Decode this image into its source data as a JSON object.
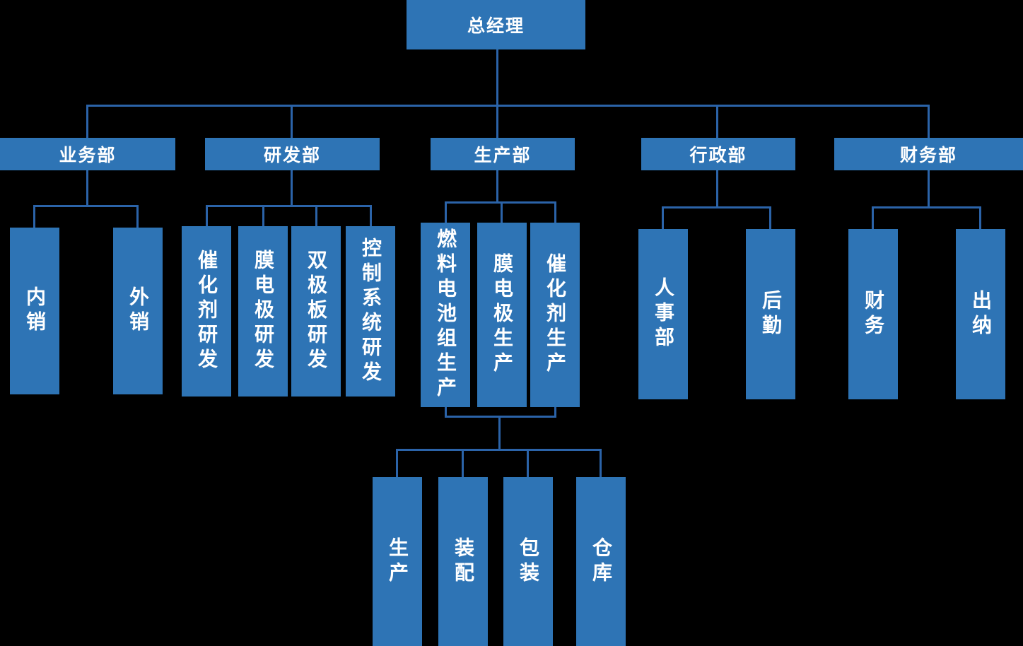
{
  "org": {
    "root": {
      "label": "总经理"
    },
    "departments": [
      {
        "label": "业务部",
        "children": [
          {
            "label": "内销"
          },
          {
            "label": "外销"
          }
        ]
      },
      {
        "label": "研发部",
        "children": [
          {
            "label": "催化剂研发"
          },
          {
            "label": "膜电极研发"
          },
          {
            "label": "双极板研发"
          },
          {
            "label": "控制系统研发"
          }
        ]
      },
      {
        "label": "生产部",
        "children": [
          {
            "label": "燃料电池组生产"
          },
          {
            "label": "膜电极生产"
          },
          {
            "label": "催化剂生产"
          }
        ]
      },
      {
        "label": "行政部",
        "children": [
          {
            "label": "人事部"
          },
          {
            "label": "后勤"
          }
        ]
      },
      {
        "label": "财务部",
        "children": [
          {
            "label": "财务"
          },
          {
            "label": "出纳"
          }
        ]
      }
    ],
    "production_steps": [
      {
        "label": "生产"
      },
      {
        "label": "装配"
      },
      {
        "label": "包装"
      },
      {
        "label": "仓库"
      }
    ],
    "colors": {
      "background": "#000000",
      "box_fill": "#2e74b5",
      "connector_line": "#2b63a8",
      "text": "#ffffff"
    }
  }
}
